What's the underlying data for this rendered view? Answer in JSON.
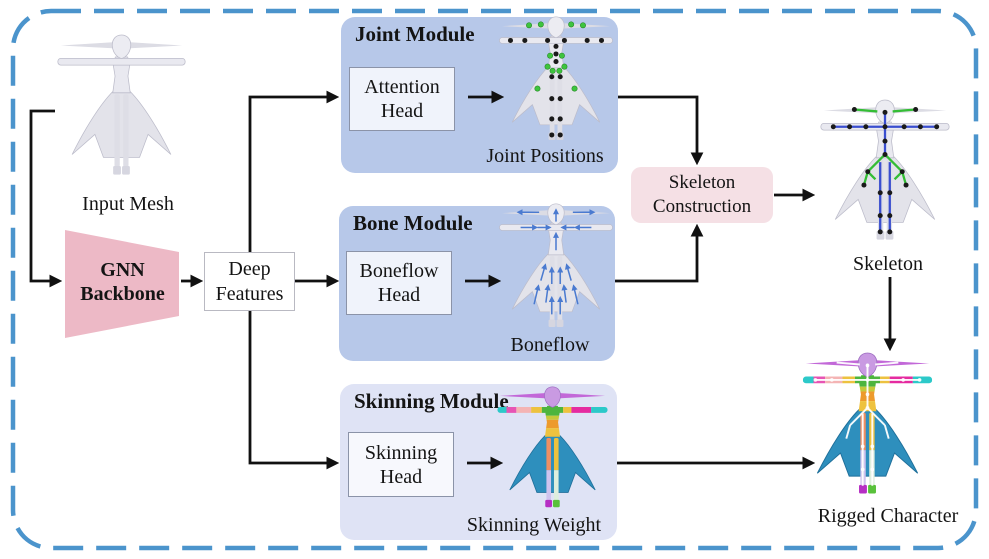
{
  "diagram": {
    "frame": {
      "border_color": "#4b94cc"
    },
    "input_mesh": {
      "label": "Input Mesh"
    },
    "gnn": {
      "line1": "GNN",
      "line2": "Backbone",
      "fill": "#edb9c6"
    },
    "deep_features": {
      "line1": "Deep",
      "line2": "Features"
    },
    "joint_module": {
      "title": "Joint Module",
      "head_line1": "Attention",
      "head_line2": "Head",
      "output_label": "Joint Positions",
      "fill": "#b7c8e9"
    },
    "bone_module": {
      "title": "Bone Module",
      "head_line1": "Boneflow",
      "head_line2": "Head",
      "output_label": "Boneflow",
      "fill": "#b7c8e9"
    },
    "skinning_module": {
      "title": "Skinning Module",
      "head_line1": "Skinning",
      "head_line2": "Head",
      "output_label": "Skinning Weight",
      "fill": "#dfe3f5"
    },
    "skeleton_construction": {
      "line1": "Skeleton",
      "line2": "Construction",
      "fill": "#f5e0e5"
    },
    "skeleton": {
      "label": "Skeleton"
    },
    "rigged_character": {
      "label": "Rigged Character"
    },
    "figure_colors": {
      "joint_dot_green": "#3ec43e",
      "joint_dot_black": "#1a1a1a",
      "boneflow_arrow_blue": "#4a7ad0",
      "skeleton_bone_blue": "#3a4ecf",
      "skeleton_bone_green": "#34bd35",
      "skinning_skirt_teal": "#2e8fbd",
      "skinning_head_purple": "#c99ae2"
    }
  }
}
